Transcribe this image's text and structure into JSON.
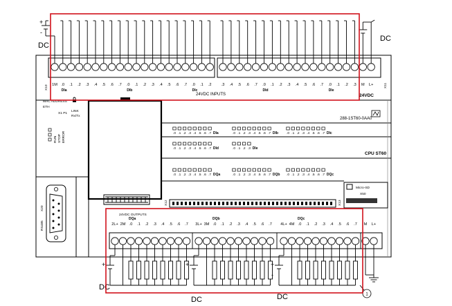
{
  "supply": {
    "top_left": {
      "plus": "+",
      "minus": "-",
      "label": "DC"
    },
    "top_right": {
      "label": "DC"
    },
    "bottom": [
      {
        "plus": "+",
        "label": "DC"
      },
      {
        "plus": "+",
        "label": "DC"
      },
      {
        "plus": "+",
        "minus": "-",
        "label": "DC"
      }
    ]
  },
  "inputs": {
    "terminals_left": [
      "1M",
      ".0",
      ".1",
      ".2",
      ".3",
      ".4",
      ".5",
      ".6",
      ".7",
      ".0",
      ".1",
      ".2",
      ".3",
      ".4",
      ".5",
      ".6",
      ".7",
      ".0",
      ".1",
      ".2"
    ],
    "terminals_right": [
      ".3",
      ".4",
      ".5",
      ".6",
      ".7",
      ".0",
      ".1",
      ".2",
      ".3",
      ".4",
      ".5",
      ".6",
      ".7",
      ".0",
      ".1",
      ".2",
      ".3",
      "M",
      "L+"
    ],
    "groups": [
      "DIa",
      "DIb",
      "DIc",
      "DId",
      "DIe"
    ],
    "title": "24VDC INPUTS",
    "supply_label": "24VDC",
    "connector_left": "X10",
    "connector_right": "X11"
  },
  "outputs": {
    "blocks": [
      [
        "2L+",
        "2M",
        ".0",
        ".1",
        ".2",
        ".3",
        ".4",
        ".5",
        ".6",
        ".7"
      ],
      [
        "3L+",
        "3M",
        ".0",
        ".1",
        ".2",
        ".3",
        ".4",
        ".5",
        ".6",
        ".7"
      ],
      [
        "4L+",
        "4M",
        ".0",
        ".1",
        ".2",
        ".3",
        ".4",
        ".5",
        ".6",
        ".7"
      ],
      [
        "M",
        "L+"
      ]
    ],
    "groups": [
      "DQa",
      "DQb",
      "DQc"
    ],
    "title": "24VDC OUTPUTS"
  },
  "status_leds": {
    "rows": [
      [
        {
          "label": "DIa",
          "bits": [
            ".0",
            ".1",
            ".2",
            ".3",
            ".4",
            ".5",
            ".6",
            ".7"
          ]
        },
        {
          "label": "DIb",
          "bits": [
            ".0",
            ".1",
            ".2",
            ".3",
            ".4",
            ".5",
            ".6",
            ".7"
          ]
        },
        {
          "label": "DIc",
          "bits": [
            ".0",
            ".1",
            ".2",
            ".3",
            ".4",
            ".5",
            ".6",
            ".7"
          ]
        }
      ],
      [
        {
          "label": "DId",
          "bits": [
            ".0",
            ".1",
            ".2",
            ".3",
            ".4",
            ".5",
            ".6",
            ".7"
          ]
        },
        {
          "label": "DIe",
          "bits": [
            ".0",
            ".1",
            ".2",
            ".3"
          ]
        }
      ],
      [
        {
          "label": "DQa",
          "bits": [
            ".0",
            ".1",
            ".2",
            ".3",
            ".4",
            ".5",
            ".6",
            ".7"
          ]
        },
        {
          "label": "DQb",
          "bits": [
            ".0",
            ".1",
            ".2",
            ".3",
            ".4",
            ".5",
            ".6",
            ".7"
          ]
        },
        {
          "label": "DQc",
          "bits": [
            ".0",
            ".1",
            ".2",
            ".3",
            ".4",
            ".5",
            ".6",
            ".7"
          ]
        }
      ]
    ]
  },
  "device": {
    "mac_address": "MAC ADDRESS",
    "eth": "ETH",
    "port": "X1 P1",
    "link": "LINK",
    "rxtx": "Rx/Tx",
    "run": "RUN",
    "stop": "STOP",
    "error": "ERROR",
    "order_number": "288-1ST60-0AA0",
    "model": "CPU ST60",
    "sd_label": "Micro-SD",
    "sd_slot": "X50",
    "serial_port": "X20",
    "serial_type": "RS485",
    "expansion_left": "X12",
    "expansion_right": "X13"
  },
  "callout": "1",
  "colors": {
    "line": "#000000",
    "highlight": "#d0101a"
  }
}
